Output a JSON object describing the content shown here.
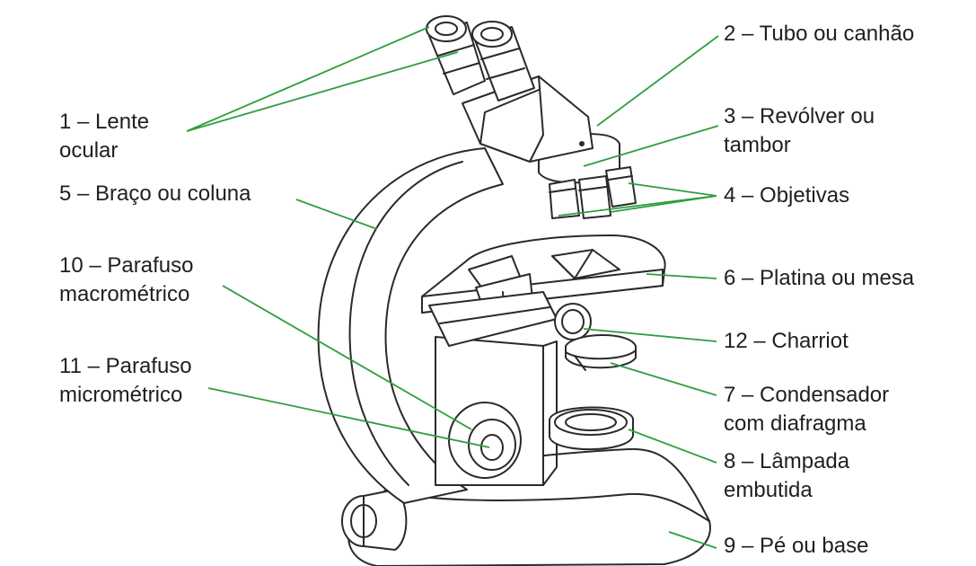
{
  "labels": {
    "l1": {
      "line1": "1 – Lente",
      "line2": "ocular"
    },
    "l2": {
      "line1": "2 – Tubo ou canhão"
    },
    "l3": {
      "line1": "3 – Revólver ou",
      "line2": "tambor"
    },
    "l4": {
      "line1": "4 – Objetivas"
    },
    "l5": {
      "line1": "5 – Braço ou coluna"
    },
    "l6": {
      "line1": "6 – Platina ou mesa"
    },
    "l7": {
      "line1": "7 – Condensador",
      "line2": "com diafragma"
    },
    "l8": {
      "line1": "8 – Lâmpada",
      "line2": "embutida"
    },
    "l9": {
      "line1": "9 – Pé ou base"
    },
    "l10": {
      "line1": "10 – Parafuso",
      "line2": "macrométrico"
    },
    "l11": {
      "line1": "11 – Parafuso",
      "line2": "micrométrico"
    },
    "l12": {
      "line1": "12 – Charriot"
    }
  },
  "colors": {
    "leader": "#2e9e3e",
    "ink": "#2a2a2a",
    "text": "#1f1f1f",
    "background": "#ffffff"
  }
}
